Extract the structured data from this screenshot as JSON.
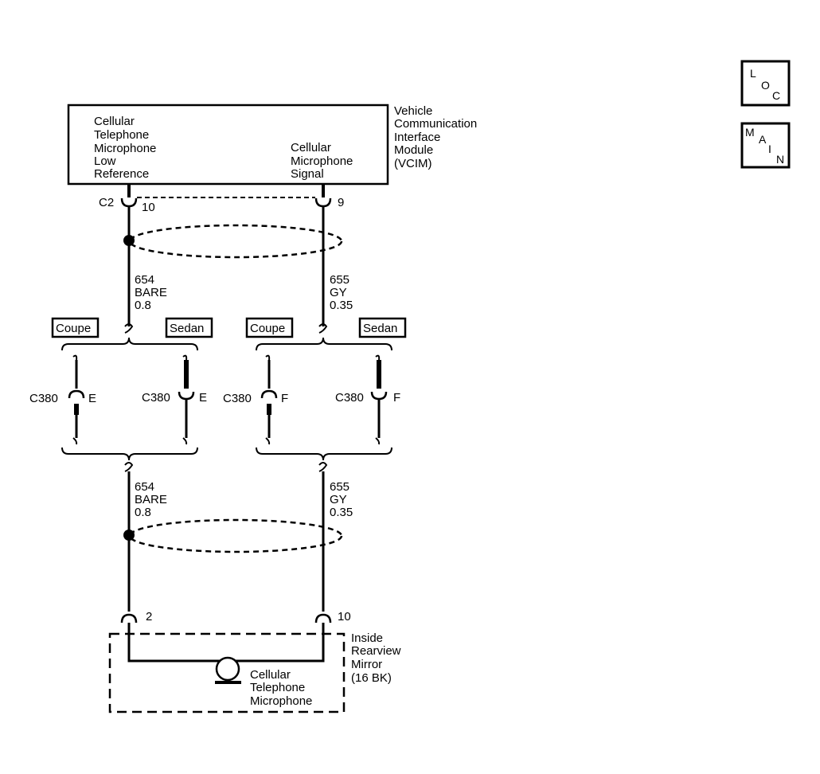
{
  "nav": {
    "loc": [
      "L",
      "O",
      "C"
    ],
    "main": [
      "M",
      "A",
      "I",
      "N"
    ]
  },
  "module": {
    "pin_left_lines": [
      "Cellular",
      "Telephone",
      "Microphone",
      "Low",
      "Reference"
    ],
    "pin_right_lines": [
      "Cellular",
      "Microphone",
      "Signal"
    ],
    "name_lines": [
      "Vehicle",
      "Communication",
      "Interface",
      "Module",
      "(VCIM)"
    ],
    "connector": "C2",
    "pin_left": "10",
    "pin_right": "9"
  },
  "wires": {
    "left_upper": [
      "654",
      "BARE",
      "0.8"
    ],
    "right_upper": [
      "655",
      "GY",
      "0.35"
    ],
    "left_lower": [
      "654",
      "BARE",
      "0.8"
    ],
    "right_lower": [
      "655",
      "GY",
      "0.35"
    ]
  },
  "options": {
    "left_coupe": "Coupe",
    "left_sedan": "Sedan",
    "right_coupe": "Coupe",
    "right_sedan": "Sedan"
  },
  "connectors": {
    "c1": {
      "name": "C380",
      "pin": "E"
    },
    "c2": {
      "name": "C380",
      "pin": "E"
    },
    "c3": {
      "name": "C380",
      "pin": "F"
    },
    "c4": {
      "name": "C380",
      "pin": "F"
    }
  },
  "mirror": {
    "pin_left": "2",
    "pin_right": "10",
    "name_lines": [
      "Inside",
      "Rearview",
      "Mirror",
      "(16 BK)"
    ],
    "component_lines": [
      "Cellular",
      "Telephone",
      "Microphone"
    ]
  }
}
